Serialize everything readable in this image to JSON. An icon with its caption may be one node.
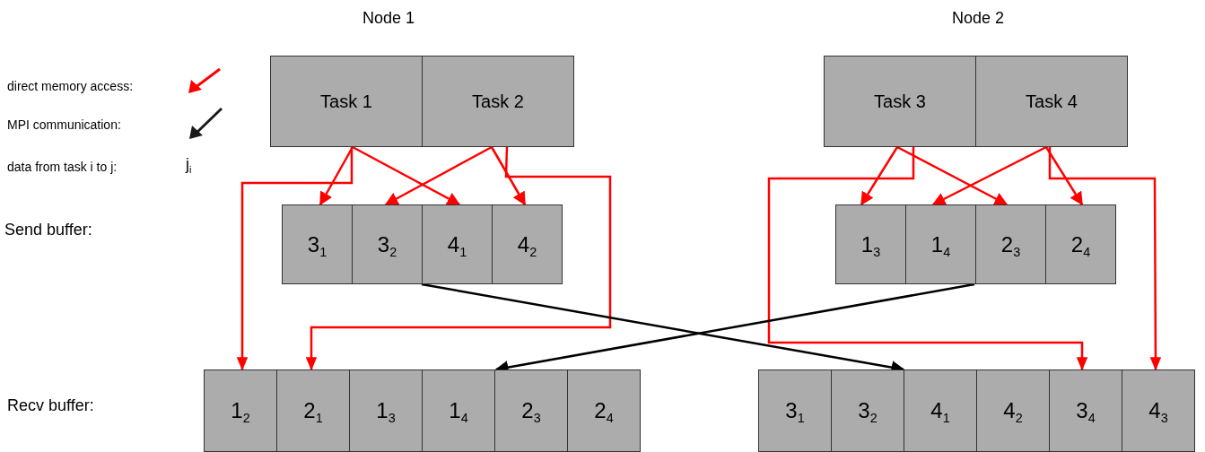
{
  "diagram": {
    "nodes": [
      {
        "text": [
          "Task 1"
        ]
      },
      {
        "text": [
          "Task 2"
        ]
      },
      {
        "text": [
          "Task 3"
        ]
      },
      {
        "text": [
          "Task 4"
        ]
      },
      {
        "text": [
          "3$_{1}$"
        ]
      },
      {
        "text": [
          "3$_{2}$"
        ]
      },
      {
        "text": [
          "4$_{1}$"
        ]
      },
      {
        "text": [
          "4$_{2}$"
        ]
      },
      {
        "text": [
          "1$_{3}$"
        ]
      },
      {
        "text": [
          "1$_{4}$"
        ]
      },
      {
        "text": [
          "2$_{3}$"
        ]
      },
      {
        "text": [
          "2$_{4}$"
        ]
      },
      {
        "text": [
          "1$_{2}$"
        ]
      },
      {
        "text": [
          "2$_{1}$"
        ]
      },
      {
        "text": [
          "1$_{3}$"
        ]
      },
      {
        "text": [
          "1$_{4}$"
        ]
      },
      {
        "text": [
          "2$_{3}$"
        ]
      },
      {
        "text": [
          "2$_{4}$"
        ]
      },
      {
        "text": [
          "3$_{1}$"
        ]
      },
      {
        "text": [
          "3$_{2}$"
        ]
      },
      {
        "text": [
          "4$_{1}$"
        ]
      },
      {
        "text": [
          "4$_{2}$"
        ]
      },
      {
        "text": [
          "3$_{4}$"
        ]
      },
      {
        "text": [
          "4$_{3}$"
        ]
      }
    ],
    "edges": [
      {
        "from": 0,
        "to": 4,
        "arrow": "to"
      },
      {
        "from": 0,
        "to": 6,
        "arrow": "to"
      },
      {
        "from": 0,
        "to": 12,
        "arrow": "to"
      },
      {
        "from": 1,
        "to": 5,
        "arrow": "to"
      },
      {
        "from": 1,
        "to": 7,
        "arrow": "to"
      },
      {
        "from": 1,
        "to": 13,
        "arrow": "to"
      },
      {
        "from": 2,
        "to": 8,
        "arrow": "to"
      },
      {
        "from": 2,
        "to": 10,
        "arrow": "to"
      },
      {
        "from": 2,
        "to": 22,
        "arrow": "to"
      },
      {
        "from": 3,
        "to": 9,
        "arrow": "to"
      },
      {
        "from": 3,
        "to": 11,
        "arrow": "to"
      },
      {
        "from": 3,
        "to": 23,
        "arrow": "to"
      },
      {
        "from": 6,
        "to": 20,
        "arrow": "to",
        "color": "#000000"
      },
      {
        "from": 10,
        "to": 16,
        "arrow": "to",
        "color": "#000000"
      }
    ],
    "labels": [
      "Node 1",
      "Node 2",
      "j$_{i}$",
      "Send buffer:",
      "Recv buffer:"
    ],
    "legend": [
      {
        "text": "direct memory access:"
      },
      {
        "text": "MPI communication:"
      },
      {
        "text": "data from task i to j:"
      }
    ]
  }
}
